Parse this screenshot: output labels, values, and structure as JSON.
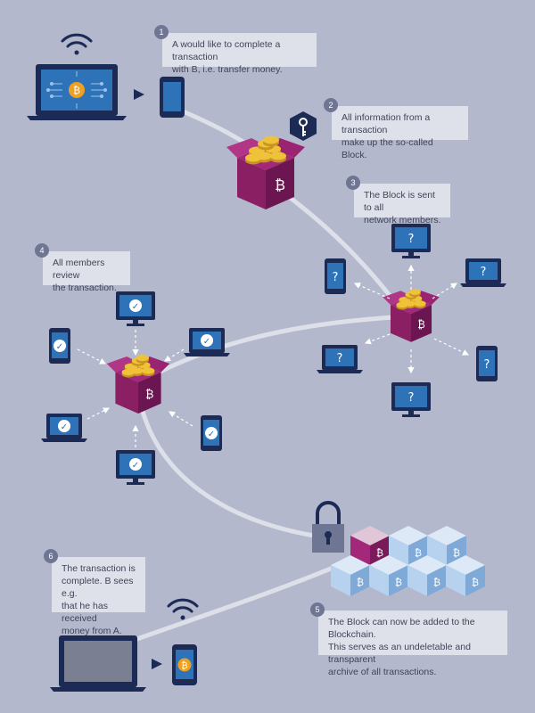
{
  "colors": {
    "background": "#b3b8cc",
    "path": "#dde0e9",
    "navy": "#1c2b55",
    "screen_blue": "#2e73b8",
    "magenta": "#8a1f63",
    "gold": "#f0c23a",
    "bitcoin_orange": "#f0a020",
    "cube_blue": "#8fb8e0",
    "label_bg": "#dfe1ea"
  },
  "steps": [
    {
      "number": "1",
      "text": "A would like to complete a transaction\nwith B, i.e. transfer money."
    },
    {
      "number": "2",
      "text": "All information from a transaction\nmake up the so-called Block."
    },
    {
      "number": "3",
      "text": "The Block is sent to all\nnetwork members."
    },
    {
      "number": "4",
      "text": "All members review\nthe transaction."
    },
    {
      "number": "5",
      "text": "The Block can now be added to the Blockchain.\nThis serves as an undeletable and transparent\narchive of all transactions."
    },
    {
      "number": "6",
      "text": "The transaction is\ncomplete. B sees e.g.\nthat he has received\nmoney from A."
    }
  ],
  "symbols": {
    "bitcoin": "₿",
    "question": "?",
    "check": "✓"
  },
  "icons": [
    "wifi-icon",
    "laptop-icon",
    "phone-icon",
    "key-icon",
    "block-box-icon",
    "monitor-icon",
    "padlock-icon",
    "blockchain-cube-icon",
    "bitcoin-icon",
    "question-icon",
    "check-icon"
  ]
}
